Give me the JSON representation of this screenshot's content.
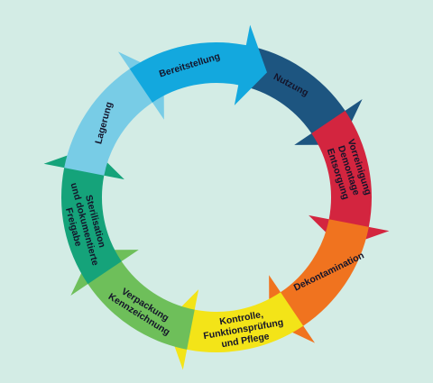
{
  "diagram": {
    "segments": [
      {
        "id": "bereitstellung",
        "lines": [
          "Bereitstellung"
        ],
        "color": "#13a8de"
      },
      {
        "id": "nutzung",
        "lines": [
          "Nutzung"
        ],
        "color": "#1d5580"
      },
      {
        "id": "vorreinigung",
        "lines": [
          "Vorreinigung",
          "Demontage",
          "Entsorgung"
        ],
        "color": "#d3253f"
      },
      {
        "id": "dekontamination",
        "lines": [
          "Dekontamination"
        ],
        "color": "#f0731f"
      },
      {
        "id": "kontrolle",
        "lines": [
          "Kontrolle,",
          "Funktionsprüfung",
          "und Pflege"
        ],
        "color": "#f3e418"
      },
      {
        "id": "verpackung",
        "lines": [
          "Verpackung",
          "Kennzeichnung"
        ],
        "color": "#6ebf5a"
      },
      {
        "id": "sterilisation",
        "lines": [
          "Sterilisation",
          "und dokumentierte",
          "Freigabe"
        ],
        "color": "#15a37a"
      },
      {
        "id": "lagerung",
        "lines": [
          "Lagerung"
        ],
        "color": "#78cce6"
      }
    ]
  }
}
